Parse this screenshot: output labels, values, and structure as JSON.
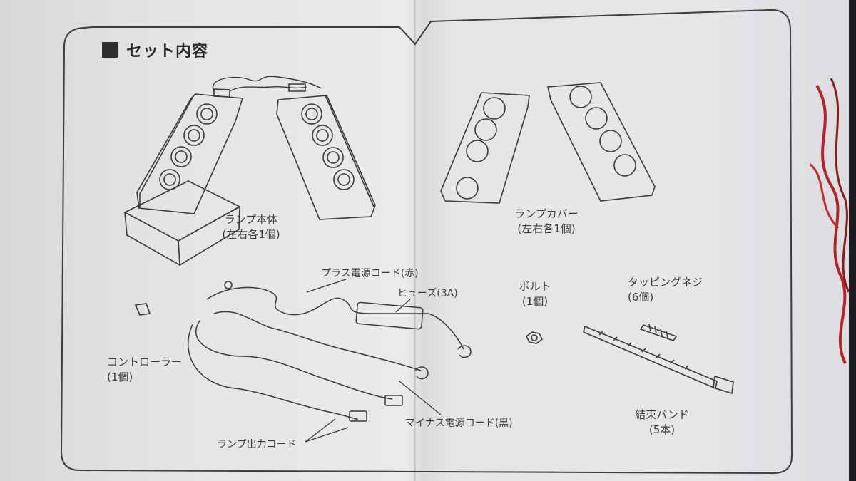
{
  "title": "セット内容",
  "items": {
    "lamp_body": {
      "name": "ランプ本体",
      "qty": "(左右各1個)"
    },
    "lamp_cover": {
      "name": "ランプカバー",
      "qty": "(左右各1個)"
    },
    "bolt": {
      "name": "ボルト",
      "qty": "(1個)"
    },
    "tapping_screw": {
      "name": "タッピングネジ",
      "qty": "(6個)"
    },
    "controller": {
      "name": "コントローラー",
      "qty": "(1個)"
    },
    "cable_tie": {
      "name": "結束バンド",
      "qty": "(5本)"
    }
  },
  "callouts": {
    "plus_cord": "プラス電源コード(赤)",
    "fuse": "ヒューズ(3A)",
    "minus_cord": "マイナス電源コード(黒)",
    "lamp_output_cord": "ランプ出力コード"
  }
}
